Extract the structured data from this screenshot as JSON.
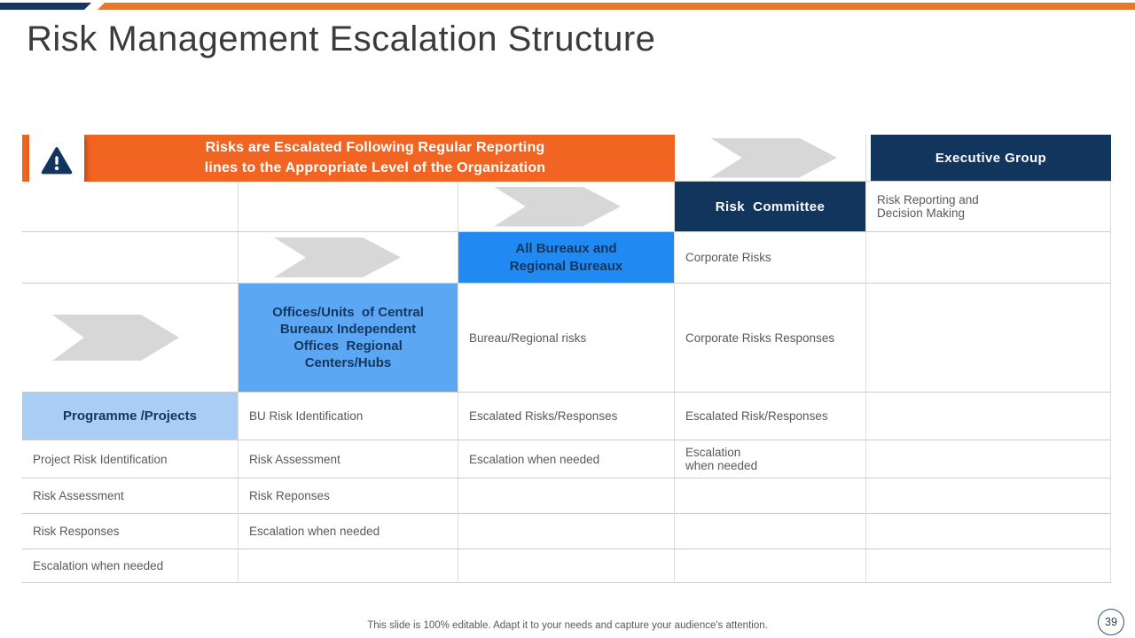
{
  "header": {
    "title": "Risk Management Escalation Structure"
  },
  "banner": {
    "text": "Risks are Escalated Following Regular Reporting\nlines to the Appropriate Level of the Organization",
    "icon": "warning-triangle-icon"
  },
  "boxes": {
    "executive_group": "Executive Group",
    "risk_committee": "Risk  Committee",
    "all_bureaux": "All Bureaux and\nRegional Bureaux",
    "offices_units": "Offices/Units  of Central\nBureaux Independent\nOffices  Regional\nCenters/Hubs",
    "programme_projects": "Programme /Projects"
  },
  "cells": {
    "r1c5": "Risk Reporting and\nDecision Making",
    "r2c4": "Corporate Risks",
    "r3c3": "Bureau/Regional risks",
    "r3c4": "Corporate Risks Responses",
    "r4c2": "BU Risk Identification",
    "r4c3": "Escalated Risks/Responses",
    "r4c4": "Escalated Risk/Responses",
    "r5c1": "Project Risk Identification",
    "r5c2": "Risk Assessment",
    "r5c3": "Escalation when needed",
    "r5c4": "Escalation\nwhen needed",
    "r6c1": "Risk Assessment",
    "r6c2": "Risk Reponses",
    "r7c1": "Risk Responses",
    "r7c2": "Escalation when needed",
    "r8c1": "Escalation when needed"
  },
  "footer": {
    "note": "This slide is 100% editable. Adapt it to your needs and capture your audience's attention.",
    "page_number": "39"
  },
  "colors": {
    "accent_orange": "#f26422",
    "navy": "#12355e",
    "bright_blue": "#2189f2",
    "medium_blue": "#5ba7f3",
    "pale_blue": "#a9cdf4",
    "arrow_gray": "#d7d7d7"
  }
}
